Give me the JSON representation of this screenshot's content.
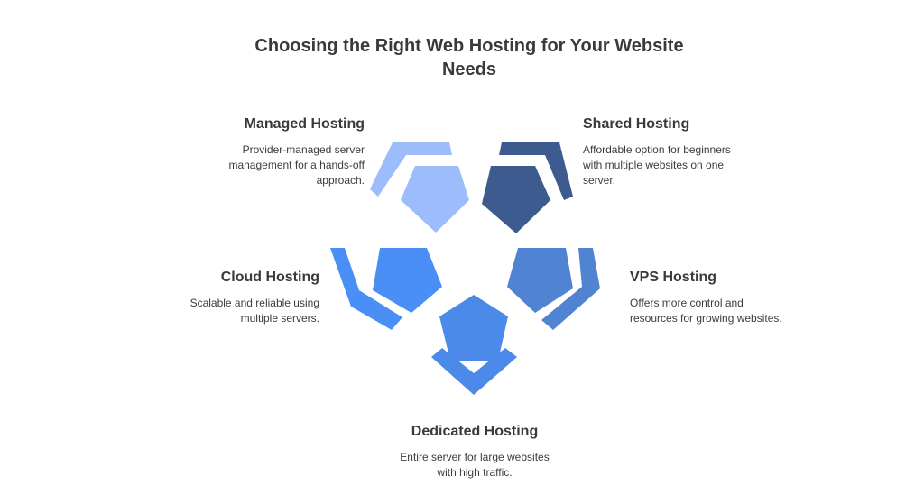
{
  "title": {
    "line1": "Choosing the Right Web Hosting for Your Website",
    "line2": "Needs"
  },
  "items": {
    "managed": {
      "heading": "Managed Hosting",
      "desc_lines": [
        "Provider-managed server",
        "management for a hands-off",
        "approach."
      ],
      "color": "#9cbcfb"
    },
    "shared": {
      "heading": "Shared Hosting",
      "desc_lines": [
        "Affordable option for beginners",
        "with multiple websites on one",
        "server."
      ],
      "color": "#3e5b8f"
    },
    "cloud": {
      "heading": "Cloud Hosting",
      "desc_lines": [
        "Scalable and reliable using",
        "multiple servers."
      ],
      "color": "#4a8ff5"
    },
    "vps": {
      "heading": "VPS Hosting",
      "desc_lines": [
        "Offers more control and",
        "resources for growing websites."
      ],
      "color": "#5083d2"
    },
    "dedicated": {
      "heading": "Dedicated Hosting",
      "desc_lines": [
        "Entire server for large websites",
        "with high traffic."
      ],
      "color": "#4b8ae9"
    }
  }
}
